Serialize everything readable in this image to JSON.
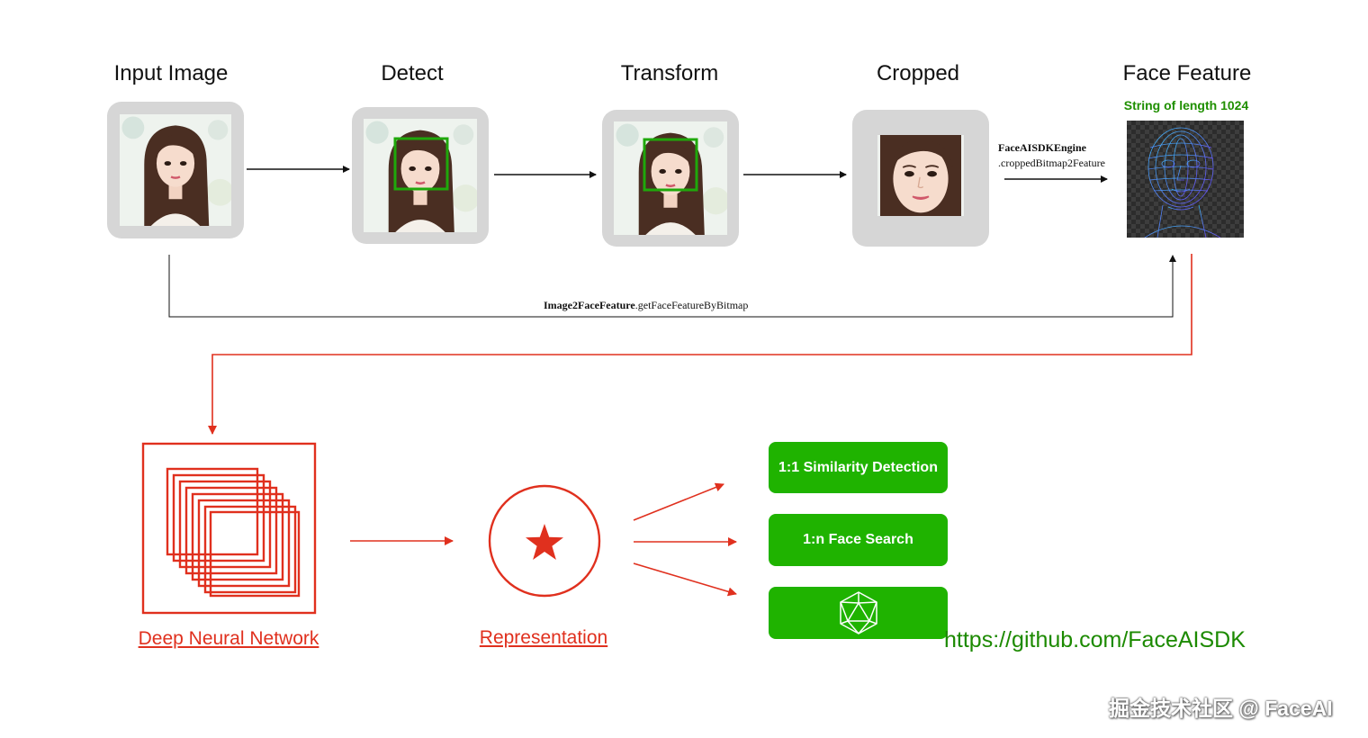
{
  "steps": {
    "input": "Input Image",
    "detect": "Detect",
    "transform": "Transform",
    "cropped": "Cropped",
    "feature": "Face Feature"
  },
  "feature_subtitle": "String of length 1024",
  "engine_call": {
    "class_name": "FaceAISDKEngine",
    "method": ".croppedBitmap2Feature"
  },
  "direct_call": {
    "class_name": "Image2FaceFeature",
    "method": ".getFaceFeatureByBitmap"
  },
  "bottom": {
    "network_label": "Deep Neural Network",
    "representation_label": "Representation",
    "actions": [
      "1:1 Similarity Detection",
      "1:n Face Search"
    ],
    "repo_url": "https://github.com/FaceAISDK",
    "watermark": "掘金技术社区 @ FaceAI"
  },
  "colors": {
    "accent_green": "#1fb300",
    "accent_red": "#e0301e",
    "frame_gray": "#d6d6d6",
    "subtitle_green": "#1f8f00"
  }
}
